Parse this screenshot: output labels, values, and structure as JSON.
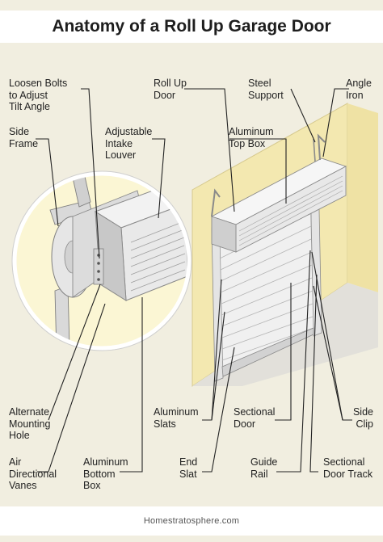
{
  "title": "Anatomy of a Roll Up Garage Door",
  "labels": {
    "loosen_bolts": "Loosen Bolts\nto Adjust\nTilt Angle",
    "side_frame": "Side\nFrame",
    "adjustable_louver": "Adjustable\nIntake\nLouver",
    "roll_up_door": "Roll Up\nDoor",
    "steel_support": "Steel\nSupport",
    "angle_iron": "Angle\nIron",
    "aluminum_top_box": "Aluminum\nTop Box",
    "alternate_mounting_hole": "Alternate\nMounting\nHole",
    "aluminum_slats": "Aluminum\nSlats",
    "sectional_door": "Sectional\nDoor",
    "side_clip": "Side\nClip",
    "air_directional_vanes": "Air\nDirectional\nVanes",
    "aluminum_bottom_box": "Aluminum\nBottom\nBox",
    "end_slat": "End\nSlat",
    "guide_rail": "Guide\nRail",
    "sectional_door_track": "Sectional\nDoor Track"
  },
  "footer": "Homestratosphere.com",
  "colors": {
    "background": "#f1eee0",
    "wall": "#f3e8b0",
    "wall_shadow": "#d9d3b6",
    "floor": "#e2e0da",
    "metal_light": "#f4f4f4",
    "metal_mid": "#d6d6d6",
    "metal_dark": "#9d9d9d",
    "circle_fill": "#fbf6d4",
    "line": "#222222"
  }
}
